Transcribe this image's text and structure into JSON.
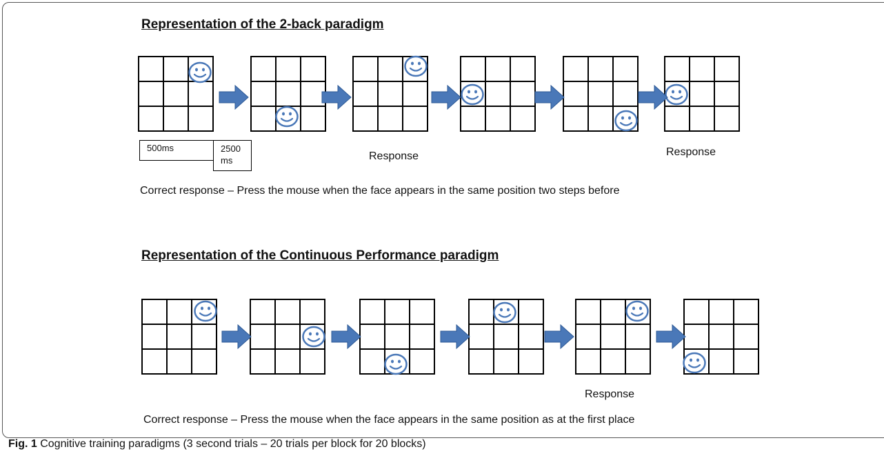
{
  "paradigm1": {
    "title": "Representation of the 2-back paradigm",
    "timing_500": "500ms",
    "timing_2500": "2500\nms",
    "responses": [
      "Response",
      "Response"
    ],
    "instruction": "Correct response – Press the mouse when the face appears in the same position two steps before"
  },
  "paradigm2": {
    "title": "Representation of the Continuous Performance paradigm",
    "responses": [
      "Response"
    ],
    "instruction": "Correct response – Press the mouse when the face appears in the same position as at the first place"
  },
  "caption": {
    "label": "Fig. 1",
    "text": " Cognitive training paradigms (3 second trials – 20 trials per block for 20 blocks)"
  },
  "colors": {
    "face": "#4a78b8",
    "arrow": "#4a78b8",
    "grid": "#000000"
  },
  "icons": [
    "smiley-face-icon",
    "right-arrow-icon"
  ]
}
